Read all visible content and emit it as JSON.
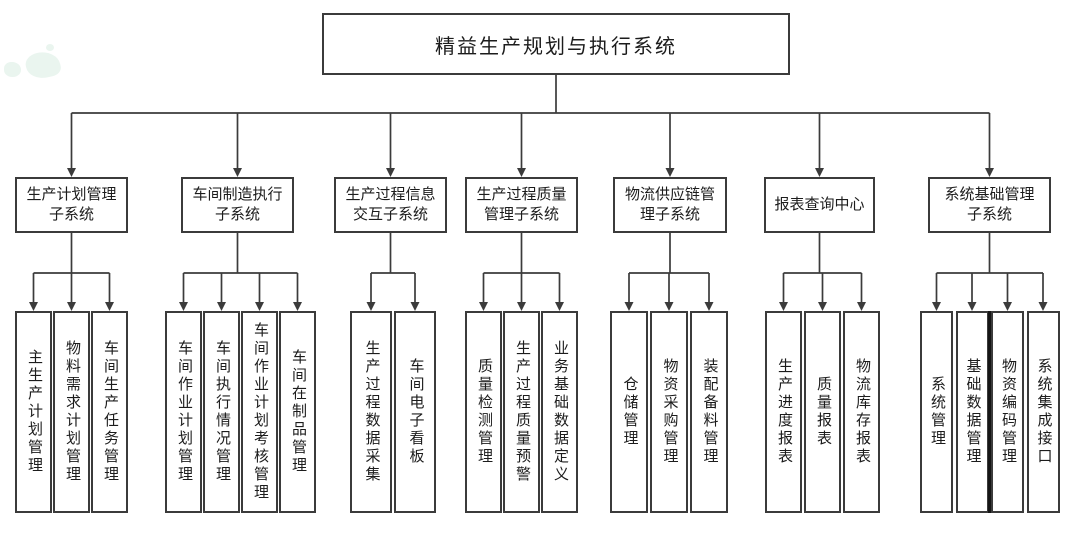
{
  "diagram": {
    "title": "精益生产规划与执行系统",
    "line_color": "#3b3b3b",
    "groups": [
      {
        "label": "生产计划管理\n子系统",
        "children": [
          "主生产计划管理",
          "物料需求计划管理",
          "车间生产任务管理"
        ]
      },
      {
        "label": "车间制造执行\n子系统",
        "children": [
          "车间作业计划管理",
          "车间执行情况管理",
          "车间作业计划考核管理",
          "车间在制品管理"
        ]
      },
      {
        "label": "生产过程信息\n交互子系统",
        "children": [
          "生产过程数据采集",
          "车间电子看板"
        ]
      },
      {
        "label": "生产过程质量\n管理子系统",
        "children": [
          "质量检测管理",
          "生产过程质量预警",
          "业务基础数据定义"
        ]
      },
      {
        "label": "物流供应链管\n理子系统",
        "children": [
          "仓储管理",
          "物资采购管理",
          "装配备料管理"
        ]
      },
      {
        "label": "报表查询中心",
        "children": [
          "生产进度报表",
          "质量报表",
          "物流库存报表"
        ]
      },
      {
        "label": "系统基础管理\n子系统",
        "children": [
          "系统管理",
          "基础数据管理",
          "物资编码管理",
          "系统集成接口"
        ]
      }
    ]
  }
}
